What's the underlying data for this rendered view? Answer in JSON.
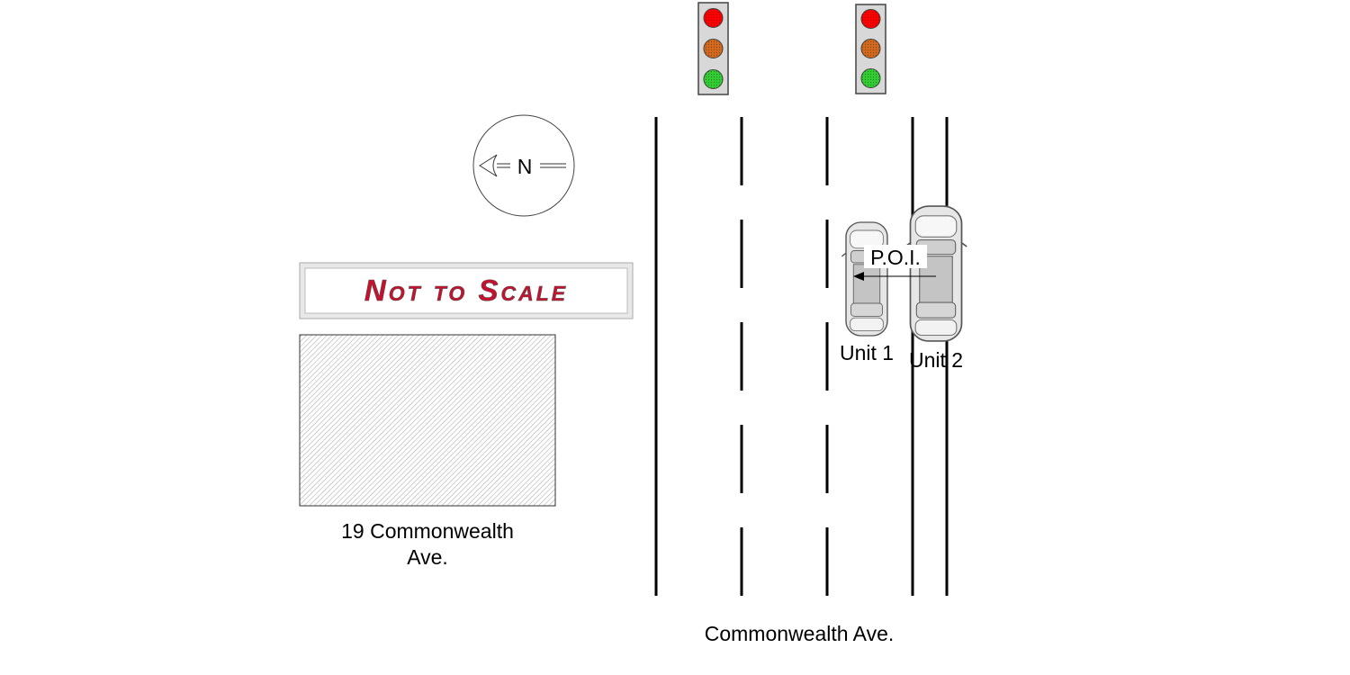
{
  "compass": {
    "label": "N",
    "icon": "north-arrow-icon"
  },
  "scale_note": {
    "text": "Not to Scale",
    "color": "#c8102e"
  },
  "building": {
    "address_line1": "19 Commonwealth",
    "address_line2": "Ave."
  },
  "road": {
    "name": "Commonwealth Ave."
  },
  "vehicles": [
    {
      "label": "Unit 1",
      "icon": "car-icon"
    },
    {
      "label": "Unit 2",
      "icon": "car-icon"
    }
  ],
  "poi": {
    "label": "P.O.I."
  },
  "traffic_lights": [
    {
      "icon": "traffic-light-icon",
      "colors": [
        "#ff0000",
        "#d2691e",
        "#33cc33"
      ]
    },
    {
      "icon": "traffic-light-icon",
      "colors": [
        "#ff0000",
        "#d2691e",
        "#33cc33"
      ]
    }
  ]
}
